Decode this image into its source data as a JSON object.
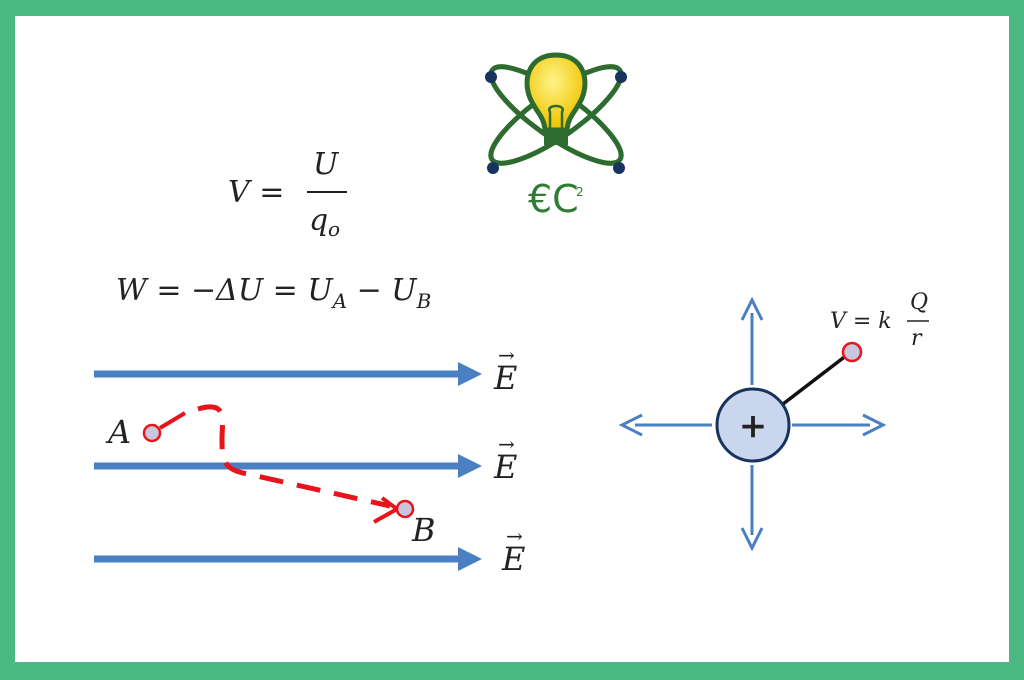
{
  "logo": {
    "text": "€C",
    "superscript": "2"
  },
  "equations": {
    "potential_lhs": "V =",
    "potential_numerator": "U",
    "potential_denominator": "q",
    "potential_denominator_sub": "o",
    "work_main": "W = −ΔU = U",
    "work_sub_a": "A",
    "work_minus": " − U",
    "work_sub_b": "B"
  },
  "field": {
    "label": "E",
    "arrow_symbol": "→",
    "point_a": "A",
    "point_b": "B"
  },
  "charge": {
    "sign": "+",
    "formula_lhs": "V = k",
    "formula_numerator": "Q",
    "formula_denominator": "r"
  },
  "colors": {
    "frame": "#4cb884",
    "field_arrow": "#4a7fc1",
    "path": "#e8141b",
    "charge_fill": "#c9d6ee",
    "charge_stroke": "#17345e"
  }
}
